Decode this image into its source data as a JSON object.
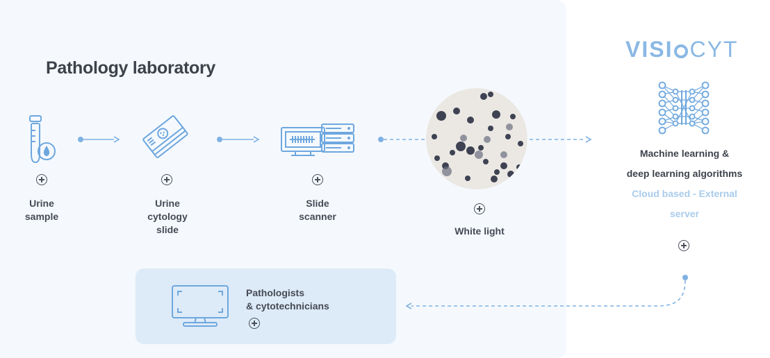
{
  "lab": {
    "title": "Pathology laboratory"
  },
  "steps": [
    {
      "line1": "Urine",
      "line2": "sample",
      "line3": ""
    },
    {
      "line1": "Urine",
      "line2": "cytology",
      "line3": "slide"
    },
    {
      "line1": "Slide",
      "line2": "scanner",
      "line3": ""
    },
    {
      "line1": "White light",
      "line2": "",
      "line3": ""
    }
  ],
  "brand": {
    "part1": "VISI",
    "part2": "CYT"
  },
  "ml": {
    "line1": "Machine learning &",
    "line2": "deep learning algorithms",
    "cloud_line1": "Cloud based - External",
    "cloud_line2": "server"
  },
  "pathologists": {
    "line1": "Pathologists",
    "line2": "& cytotechnicians"
  },
  "colors": {
    "icon_blue": "#6ea7de",
    "arrow_blue": "#7fb1e3",
    "panel_bg": "#f5f9fd",
    "box_bg": "#ddebf8",
    "cell_dark": "#3e4252",
    "brand": "#8ab8e4"
  },
  "icons": [
    "test-tube-drop-icon",
    "cytology-slides-icon",
    "slide-scanner-icon",
    "cell-micrograph-icon",
    "neural-network-icon",
    "monitor-icon",
    "plus-circle-icon"
  ]
}
